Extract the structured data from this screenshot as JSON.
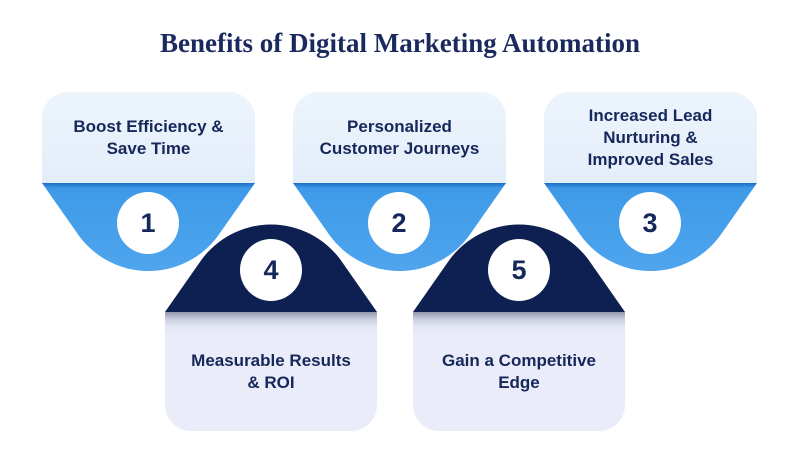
{
  "title": "Benefits of Digital Marketing Automation",
  "items": [
    {
      "number": "1",
      "label": "Boost Efficiency &\nSave Time"
    },
    {
      "number": "2",
      "label": "Personalized\nCustomer Journeys"
    },
    {
      "number": "3",
      "label": "Increased Lead\nNurturing &\nImproved Sales"
    },
    {
      "number": "4",
      "label": "Measurable Results\n& ROI"
    },
    {
      "number": "5",
      "label": "Gain a Competitive\nEdge"
    }
  ],
  "colors": {
    "page-bg": "#ffffff",
    "title-navy": "#1b2a5e",
    "text-navy": "#16275a",
    "accent-blue": "#3e9ae8",
    "accent-blue-dark": "#1d6ec6",
    "accent-blue-light": "#4fa5ed",
    "deep-navy": "#0e2051",
    "card-top-bg": "#e8f1fb",
    "card-bottom-bg": "#eaedf9",
    "circle-bg": "#ffffff"
  }
}
